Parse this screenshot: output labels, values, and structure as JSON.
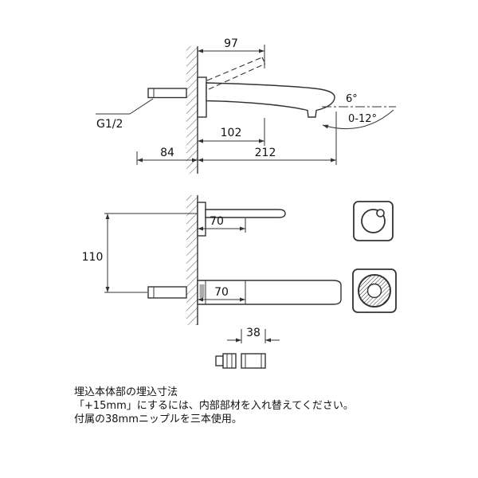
{
  "top_view": {
    "dims": {
      "projection": "97",
      "outlet": "102",
      "shank": "84",
      "total": "212"
    },
    "thread_label": "G1/2",
    "angles": {
      "fixed": "6°",
      "range": "0-12°"
    }
  },
  "install_view": {
    "dims": {
      "depth_top": "70",
      "height": "110",
      "depth_bottom": "70"
    }
  },
  "parts_view": {
    "dims": {
      "nipple_length": "38"
    }
  },
  "notes": {
    "line1": "埋込本体部の埋込寸法",
    "line2": "「+15mm」にするには、内部部材を入れ替えてください。",
    "line3": "付属の38mmニップルを三本使用。"
  },
  "colors": {
    "line": "#333333",
    "text": "#111111",
    "background": "#ffffff"
  }
}
